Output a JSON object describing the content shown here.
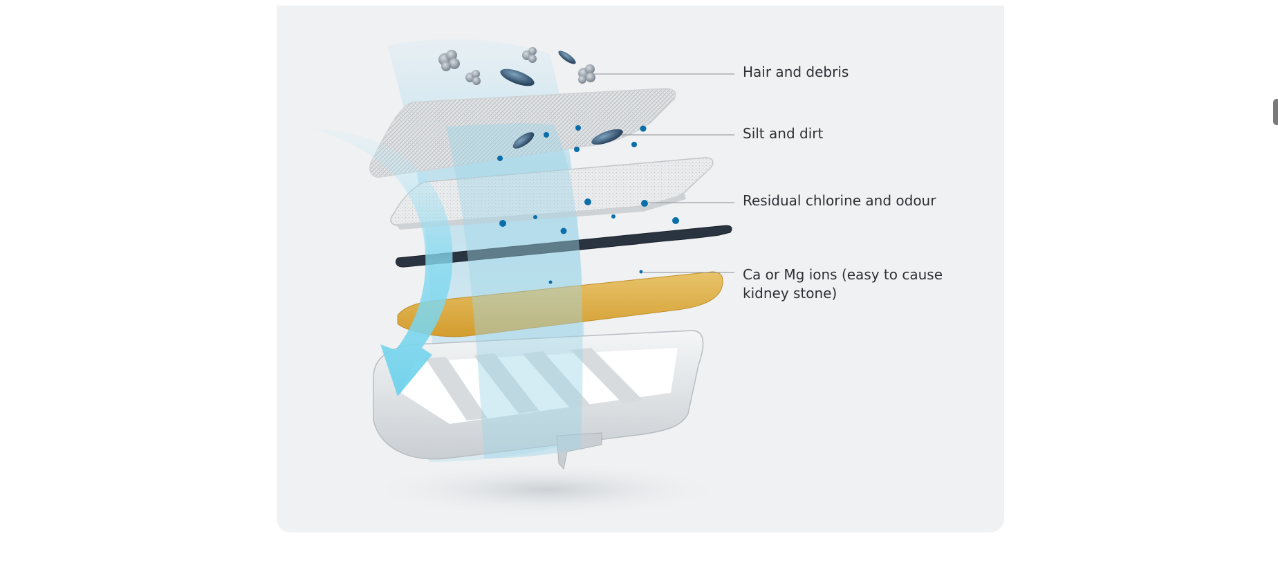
{
  "diagram": {
    "labels": {
      "hair": "Hair and debris",
      "silt": "Silt and dirt",
      "chlorine": "Residual chlorine and odour",
      "ions_line1": "Ca or Mg ions (easy to cause",
      "ions_line2": "kidney stone)"
    },
    "layers": [
      "mesh-screen",
      "cotton-pad",
      "carbon-layer",
      "resin-layer",
      "filter-tray"
    ]
  },
  "colors": {
    "panel_bg": "#eff1f3",
    "water_flow": "#9fd4e6",
    "arrow": "#7fd6ee",
    "particle_blue": "#0a6ea8",
    "resin": "#e0b046",
    "carbon": "#2a3340",
    "leader_line": "#8a8f94"
  }
}
